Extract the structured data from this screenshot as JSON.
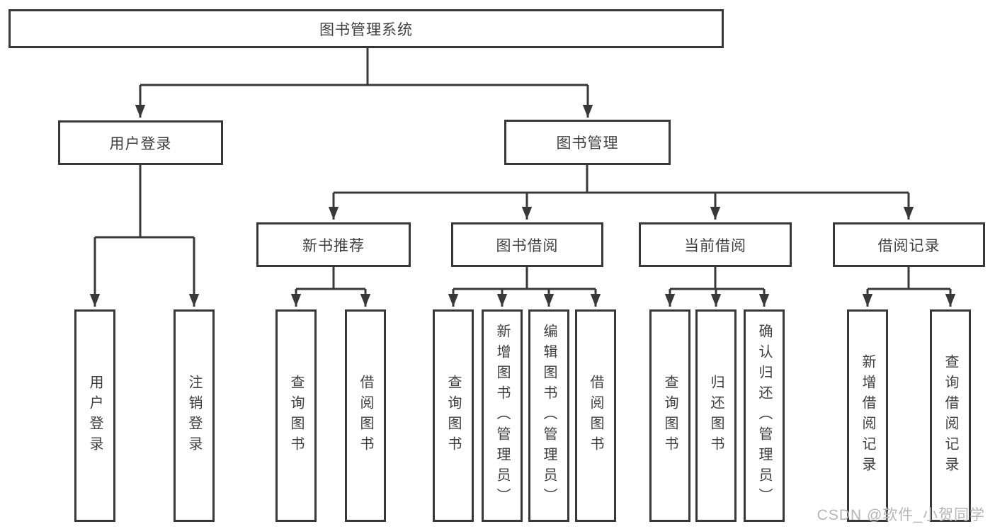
{
  "diagram": {
    "root": {
      "label": "图书管理系统"
    },
    "level2": [
      {
        "label": "用户登录"
      },
      {
        "label": "图书管理"
      }
    ],
    "level3": [
      {
        "label": "新书推荐",
        "parent": "图书管理"
      },
      {
        "label": "图书借阅",
        "parent": "图书管理"
      },
      {
        "label": "当前借阅",
        "parent": "图书管理"
      },
      {
        "label": "借阅记录",
        "parent": "图书管理"
      }
    ],
    "leaves": [
      {
        "label": "用户登录",
        "parent": "用户登录"
      },
      {
        "label": "注销登录",
        "parent": "用户登录"
      },
      {
        "label": "查询图书",
        "parent": "新书推荐"
      },
      {
        "label": "借阅图书",
        "parent": "新书推荐"
      },
      {
        "label": "查询图书",
        "parent": "图书借阅"
      },
      {
        "label": "新增图书（管理员）",
        "parent": "图书借阅"
      },
      {
        "label": "编辑图书（管理员）",
        "parent": "图书借阅"
      },
      {
        "label": "借阅图书",
        "parent": "图书借阅"
      },
      {
        "label": "查询图书",
        "parent": "当前借阅"
      },
      {
        "label": "归还图书",
        "parent": "当前借阅"
      },
      {
        "label": "确认归还（管理员）",
        "parent": "当前借阅"
      },
      {
        "label": "新增借阅记录",
        "parent": "借阅记录"
      },
      {
        "label": "查询借阅记录",
        "parent": "借阅记录"
      }
    ]
  },
  "watermark": {
    "text": "CSDN @软件_小贺同学",
    "color": "#b5b5b5"
  },
  "colors": {
    "line": "#383838",
    "text": "#3f3f3f",
    "background": "#ffffff"
  }
}
